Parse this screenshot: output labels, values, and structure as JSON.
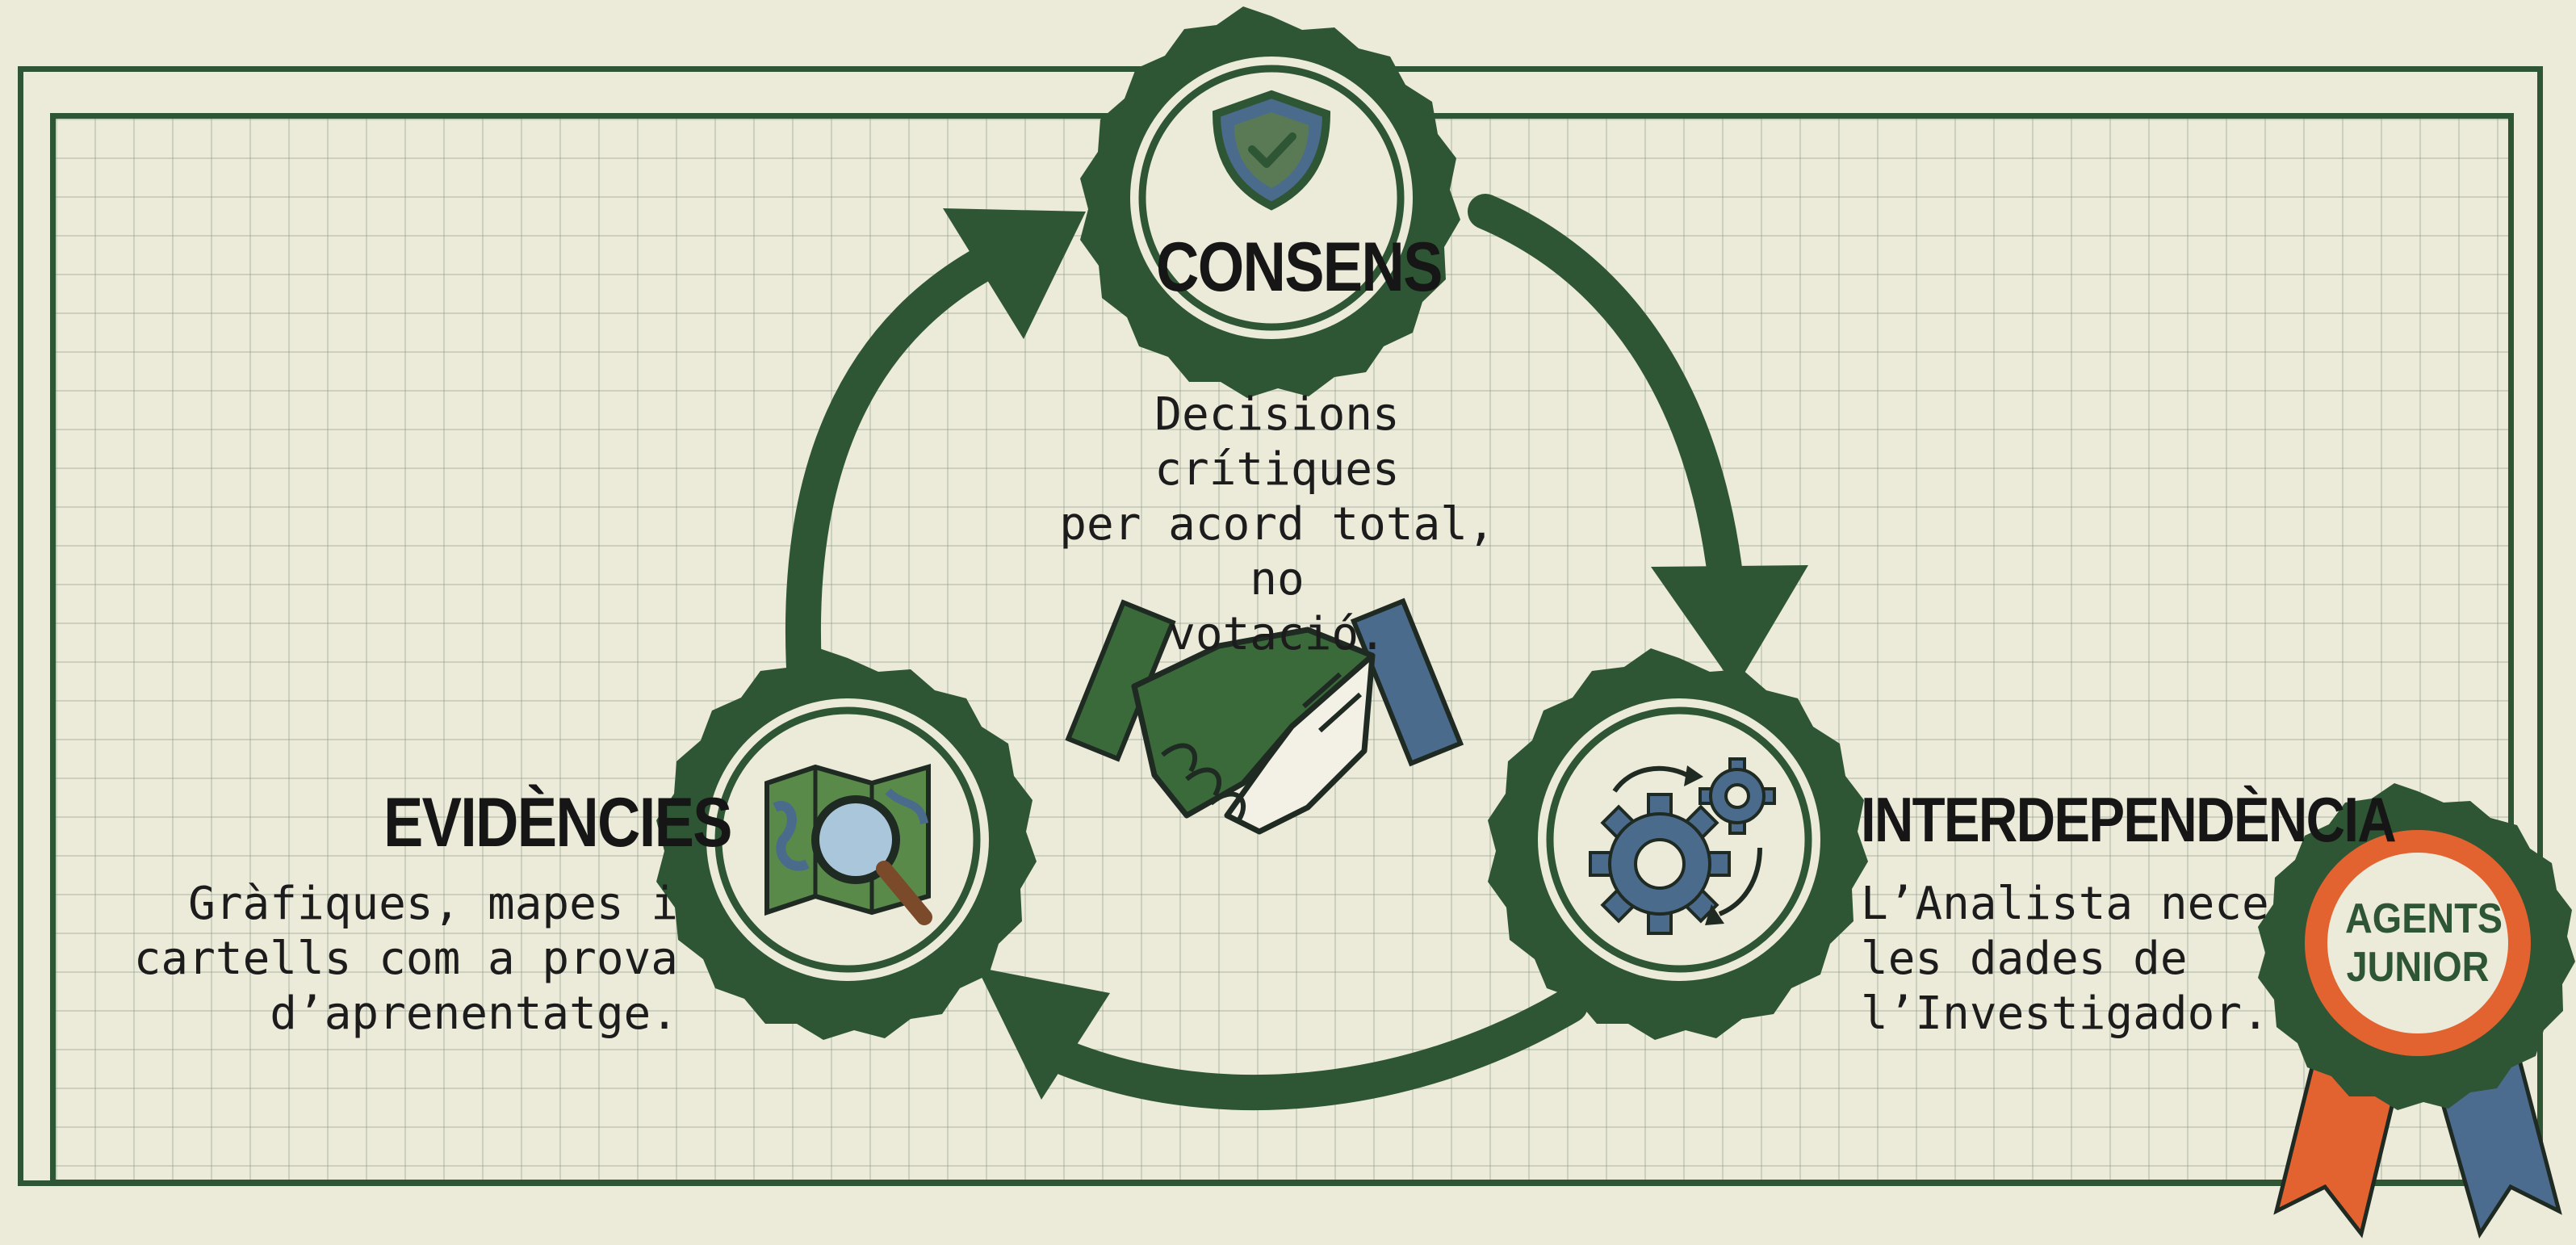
{
  "nodes": {
    "consens": {
      "title": "CONSENS",
      "description": "Decisions crítiques\nper acord total, no\nvotació.",
      "icon": "shield-check-icon"
    },
    "interdependencia": {
      "title": "INTERDEPENDÈNCIA",
      "description": "L’Analista nece\nles dades de\nl’Investigador.",
      "icon": "gears-icon"
    },
    "evidencies": {
      "title": "EVIDÈNCIES",
      "description": "Gràfiques, mapes i\ncartells com a prova\nd’aprenentatge.",
      "icon": "map-magnifier-icon"
    }
  },
  "center_icon": "handshake-icon",
  "badge": {
    "text": "AGENTS\nJUNIOR",
    "ribbon_colors": [
      "#e2632f",
      "#4c6c8f"
    ]
  },
  "colors": {
    "primary_green": "#2e5634",
    "background": "#ecead9",
    "ink": "#161616",
    "accent_blue": "#4a6b8c"
  }
}
